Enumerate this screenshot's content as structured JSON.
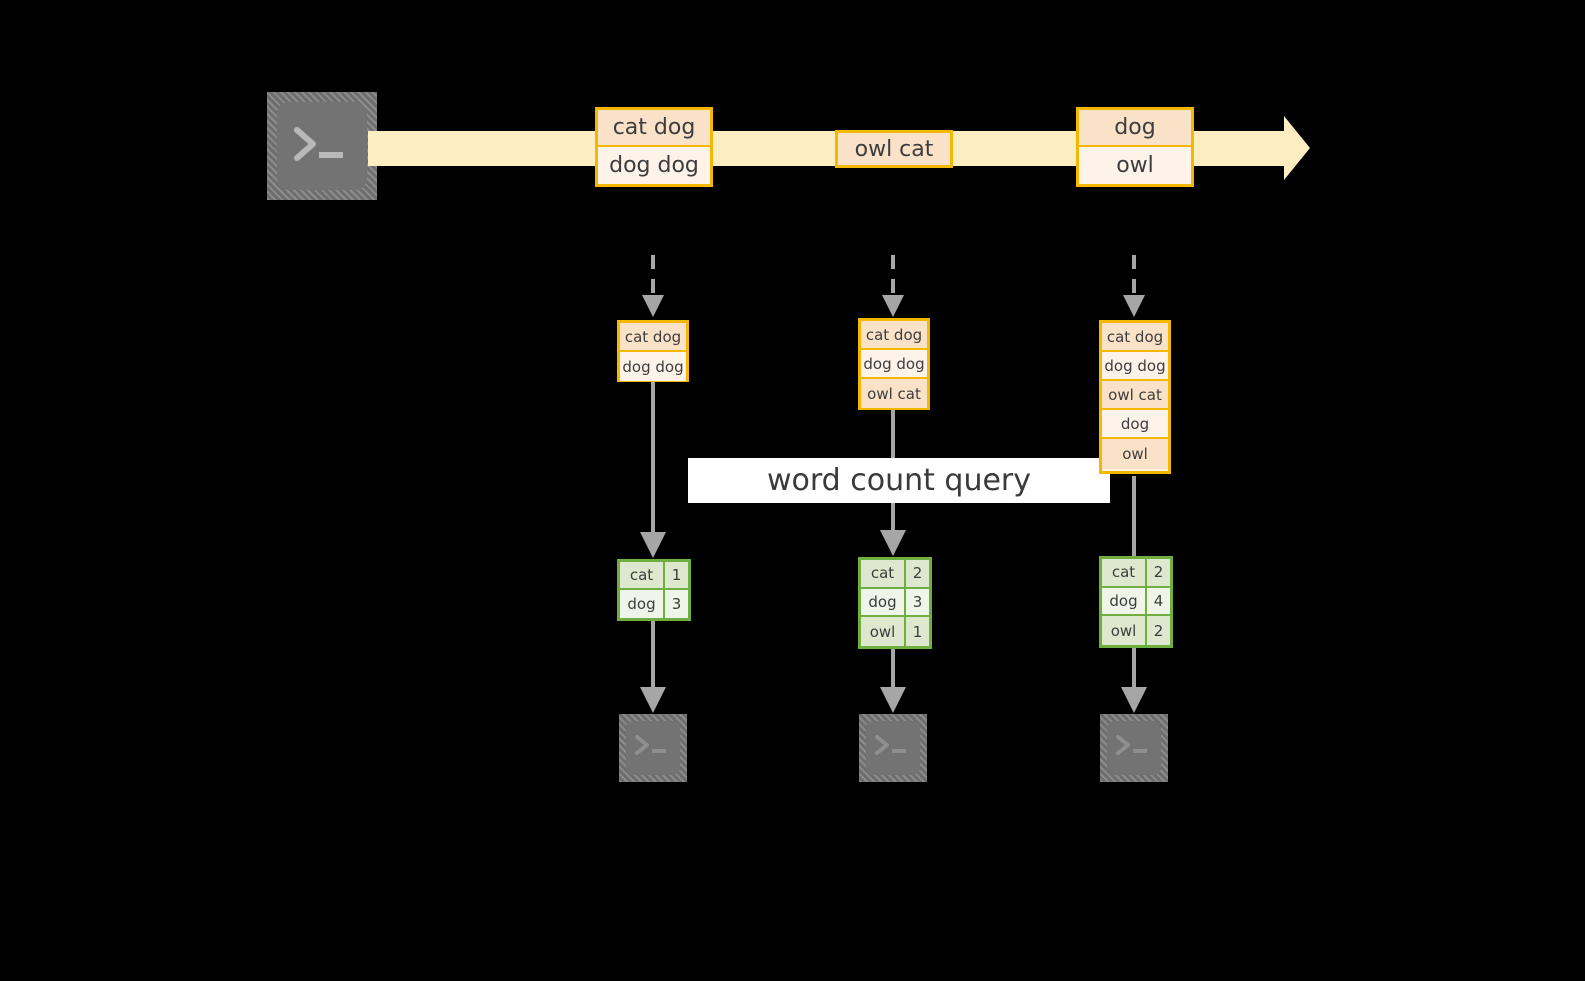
{
  "diagram": {
    "title_label": "word count query",
    "colors": {
      "stream_fill": "#fdeec2",
      "record_border": "#f5b800",
      "record_fill_dark": "#fae2c8",
      "record_fill_light": "#fdf3e9",
      "result_border": "#6faf3f",
      "result_fill_dark": "#dde8cf",
      "result_fill_light": "#f0f5ea",
      "terminal_gray": "#737373",
      "arrow_gray": "#a6a6a6",
      "label_bg": "#ffffff",
      "background": "#000000"
    },
    "source": {
      "icon": "terminal-icon",
      "prompt_glyph": ">_"
    },
    "stream": {
      "icon": "right-arrow-icon",
      "batches": [
        {
          "name": "batch-1",
          "lines": [
            "cat dog",
            "dog dog"
          ]
        },
        {
          "name": "batch-2",
          "lines": [
            "owl cat"
          ]
        },
        {
          "name": "batch-3",
          "lines": [
            "dog",
            "owl"
          ]
        }
      ]
    },
    "columns": [
      {
        "name": "snapshot-1",
        "input_table": {
          "rows": [
            "cat dog",
            "dog dog"
          ]
        },
        "result_table": {
          "rows": [
            {
              "word": "cat",
              "count": "1"
            },
            {
              "word": "dog",
              "count": "3"
            }
          ]
        },
        "sink": {
          "icon": "terminal-icon",
          "prompt_glyph": ">_"
        }
      },
      {
        "name": "snapshot-2",
        "input_table": {
          "rows": [
            "cat dog",
            "dog dog",
            "owl cat"
          ]
        },
        "result_table": {
          "rows": [
            {
              "word": "cat",
              "count": "2"
            },
            {
              "word": "dog",
              "count": "3"
            },
            {
              "word": "owl",
              "count": "1"
            }
          ]
        },
        "sink": {
          "icon": "terminal-icon",
          "prompt_glyph": ">_"
        }
      },
      {
        "name": "snapshot-3",
        "input_table": {
          "rows": [
            "cat dog",
            "dog dog",
            "owl cat",
            "dog",
            "owl"
          ]
        },
        "result_table": {
          "rows": [
            {
              "word": "cat",
              "count": "2"
            },
            {
              "word": "dog",
              "count": "4"
            },
            {
              "word": "owl",
              "count": "2"
            }
          ]
        },
        "sink": {
          "icon": "terminal-icon",
          "prompt_glyph": ">_"
        }
      }
    ]
  }
}
